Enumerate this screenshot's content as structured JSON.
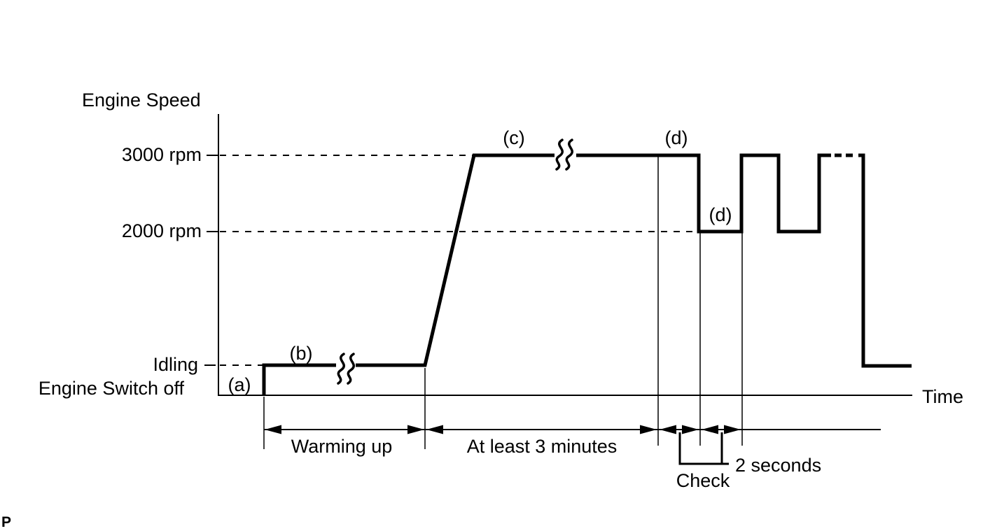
{
  "diagram": {
    "y_axis_title": "Engine Speed",
    "x_axis_title": "Time",
    "y_ticks": {
      "rpm3000": "3000 rpm",
      "rpm2000": "2000 rpm",
      "idling": "Idling",
      "engine_switch_off": "Engine Switch off"
    },
    "step_labels": {
      "a": "(a)",
      "b": "(b)",
      "c": "(c)",
      "d_high": "(d)",
      "d_low": "(d)"
    },
    "annotations": {
      "warming_up": "Warming up",
      "at_least_3_minutes": "At least 3 minutes",
      "two_seconds": "2 seconds",
      "check": "Check"
    },
    "page_marker": "P",
    "colors": {
      "line": "#000000",
      "background": "#ffffff"
    },
    "waveform_sequence": [
      {
        "phase": "(a)",
        "level": "Engine Switch off to Idling step"
      },
      {
        "phase": "(b)",
        "level": "Idling (held, time break)",
        "duration": "Warming up"
      },
      {
        "phase": "ramp",
        "level": "Idling to 3000 rpm"
      },
      {
        "phase": "(c)",
        "level": "3000 rpm (held, time break)",
        "duration": "At least 3 minutes"
      },
      {
        "phase": "(d)",
        "level": "drop 3000 rpm to 2000 rpm, repeat pulses",
        "duration": "2 seconds each, Check window"
      },
      {
        "phase": "end",
        "level": "repeats (dashed) then returns to Idling"
      }
    ]
  }
}
